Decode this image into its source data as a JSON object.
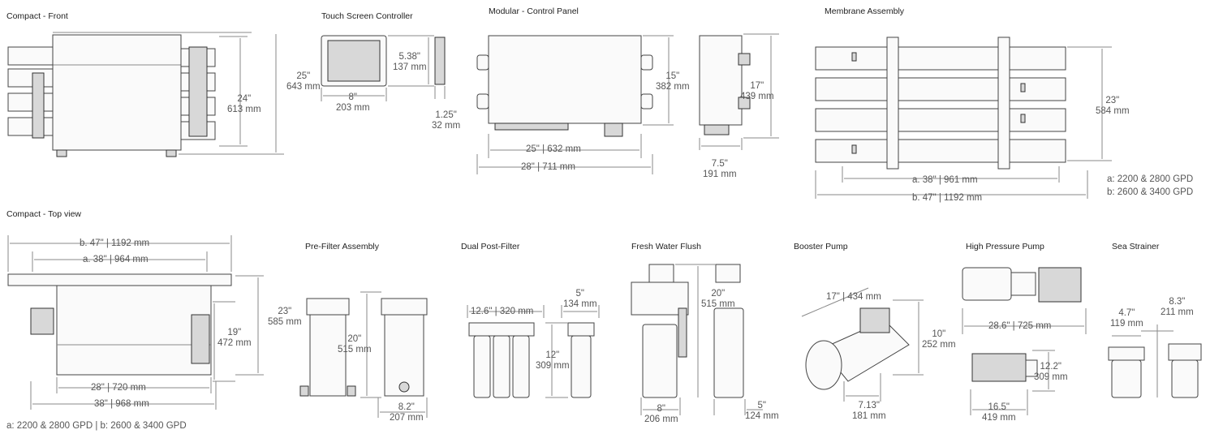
{
  "sections": {
    "compact_front": "Compact - Front",
    "touch_screen": "Touch Screen Controller",
    "modular_panel": "Modular - Control Panel",
    "membrane": "Membrane Assembly",
    "compact_top": "Compact - Top view",
    "prefilter": "Pre-Filter Assembly",
    "dual_post": "Dual Post-Filter",
    "fresh_flush": "Fresh Water Flush",
    "booster": "Booster Pump",
    "hp_pump": "High Pressure Pump",
    "sea_strainer": "Sea Strainer"
  },
  "dims": {
    "cf_25_in": "25\"",
    "cf_25_mm": "643 mm",
    "cf_24_in": "24\"",
    "cf_24_mm": "613 mm",
    "ts_538_in": "5.38\"",
    "ts_538_mm": "137 mm",
    "ts_8_in": "8\"",
    "ts_8_mm": "203 mm",
    "ts_125_in": "1.25\"",
    "ts_125_mm": "32 mm",
    "mp_15_in": "15\"",
    "mp_15_mm": "382 mm",
    "mp_17_in": "17\"",
    "mp_17_mm": "439 mm",
    "mp_25": "25\" | 632 mm",
    "mp_28": "28\" | 711 mm",
    "mp_75_in": "7.5\"",
    "mp_75_mm": "191 mm",
    "ma_23_in": "23\"",
    "ma_23_mm": "584 mm",
    "ma_a": "a. 38\" | 961 mm",
    "ma_b": "b. 47\" | 1192 mm",
    "ma_note_a": "a: 2200 & 2800 GPD",
    "ma_note_b": "b: 2600 & 3400 GPD",
    "ct_b": "b. 47\" | 1192 mm",
    "ct_a": "a. 38\" | 964 mm",
    "ct_23_in": "23\"",
    "ct_23_mm": "585 mm",
    "ct_19_in": "19\"",
    "ct_19_mm": "472 mm",
    "ct_28": "28\" | 720 mm",
    "ct_38": "38\" | 968 mm",
    "ct_note": "a: 2200 & 2800 GPD | b: 2600 & 3400 GPD",
    "pf_20_in": "20\"",
    "pf_20_mm": "515 mm",
    "pf_82_in": "8.2\"",
    "pf_82_mm": "207 mm",
    "dp_126": "12.6\" | 320 mm",
    "dp_5_in": "5\"",
    "dp_5_mm": "134 mm",
    "dp_12_in": "12\"",
    "dp_12_mm": "309 mm",
    "fw_20_in": "20\"",
    "fw_20_mm": "515 mm",
    "fw_8_in": "8\"",
    "fw_8_mm": "206 mm",
    "fw_5_in": "5\"",
    "fw_5_mm": "124 mm",
    "bp_17": "17\" | 434 mm",
    "bp_10_in": "10\"",
    "bp_10_mm": "252 mm",
    "bp_713_in": "7.13\"",
    "bp_713_mm": "181 mm",
    "hp_286": "28.6\" | 725 mm",
    "hp_122_in": "12.2\"",
    "hp_122_mm": "309 mm",
    "hp_165_in": "16.5\"",
    "hp_165_mm": "419 mm",
    "ss_47_in": "4.7\"",
    "ss_47_mm": "119 mm",
    "ss_83_in": "8.3\"",
    "ss_83_mm": "211 mm"
  }
}
